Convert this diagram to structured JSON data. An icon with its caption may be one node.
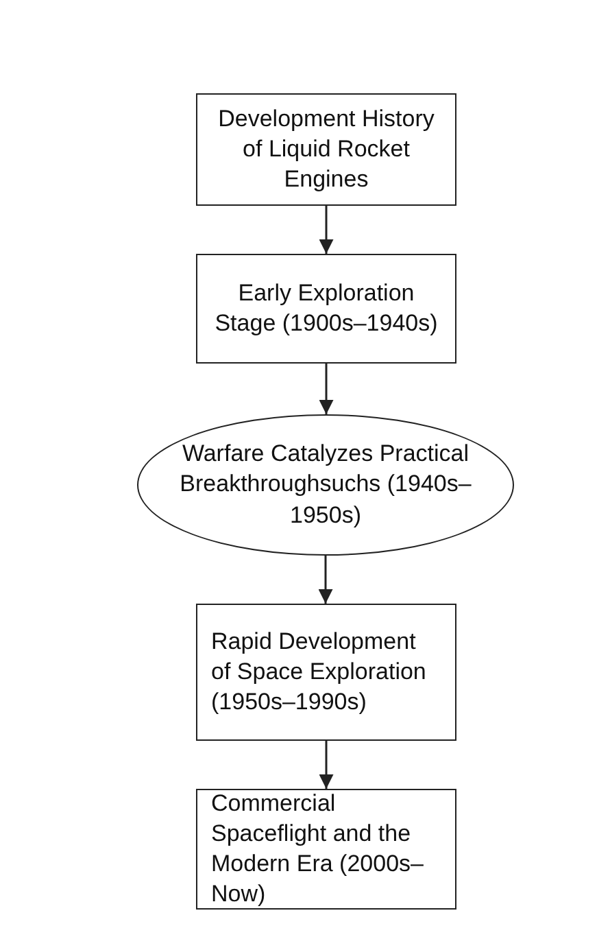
{
  "diagram": {
    "nodes": [
      {
        "text": [
          "Development History of Liquid Rocket Engines"
        ]
      },
      {
        "text": [
          "Early Exploration Stage (1900s–1940s)"
        ]
      },
      {
        "text": [
          "Warfare Catalyzes Practical Breakthroughsuchs (1940s–1950s)"
        ]
      },
      {
        "text": [
          "Rapid Development of Space Exploration (1950s–1990s)"
        ]
      },
      {
        "text": [
          "Commercial Spaceflight and the Modern Era (2000s–Now)"
        ]
      }
    ],
    "edges": [
      {
        "from": 0,
        "to": 1,
        "arrow": "to"
      },
      {
        "from": 1,
        "to": 2,
        "arrow": "to"
      },
      {
        "from": 2,
        "to": 3,
        "arrow": "to"
      },
      {
        "from": 3,
        "to": 4,
        "arrow": "to"
      }
    ]
  }
}
